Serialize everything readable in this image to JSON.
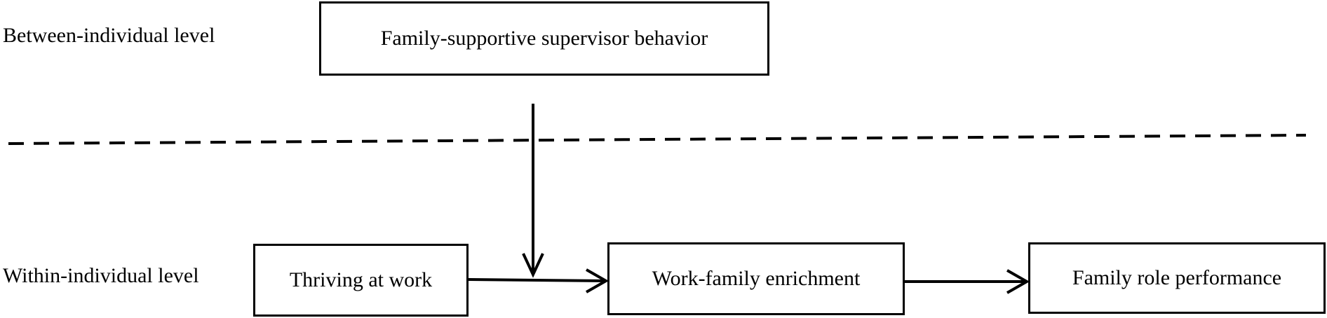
{
  "levels": {
    "between": "Between-individual level",
    "within": "Within-individual level"
  },
  "nodes": {
    "fssb": "Family-supportive supervisor behavior",
    "thriving": "Thriving at work",
    "enrichment": "Work-family enrichment",
    "performance": "Family role performance"
  }
}
